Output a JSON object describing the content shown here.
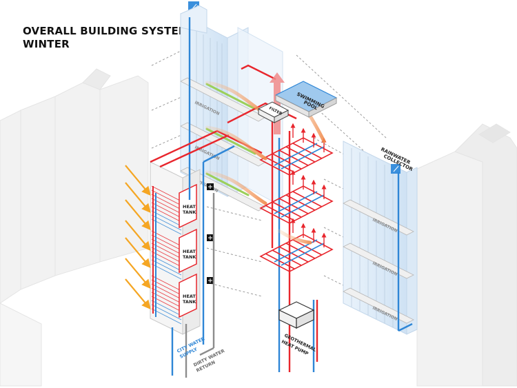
{
  "title": {
    "line1": "OVERALL BUILDING SYSTEM",
    "line2": "WINTER"
  },
  "labels": {
    "swimming_pool": [
      "SWIMMING",
      "POOL"
    ],
    "filter": "FILTER",
    "rainwater_collector": [
      "RAINWATER",
      "COLLECTOR"
    ],
    "irrigation": "IRRIGATION",
    "heat_tank": [
      "HEAT",
      "TANK"
    ],
    "geothermal": [
      "GEOTHERMAL",
      "HEAT PUMP"
    ],
    "city_water": [
      "CITY WATER",
      "SUPPLY"
    ],
    "dirty_water": [
      "DIRTY WATER",
      "RETURN"
    ]
  },
  "colors": {
    "hot": "#e8262d",
    "cold": "#2e86d6",
    "sun": "#f5a623",
    "grey": "#8c8c8c",
    "glass": "#d9e9f7"
  }
}
